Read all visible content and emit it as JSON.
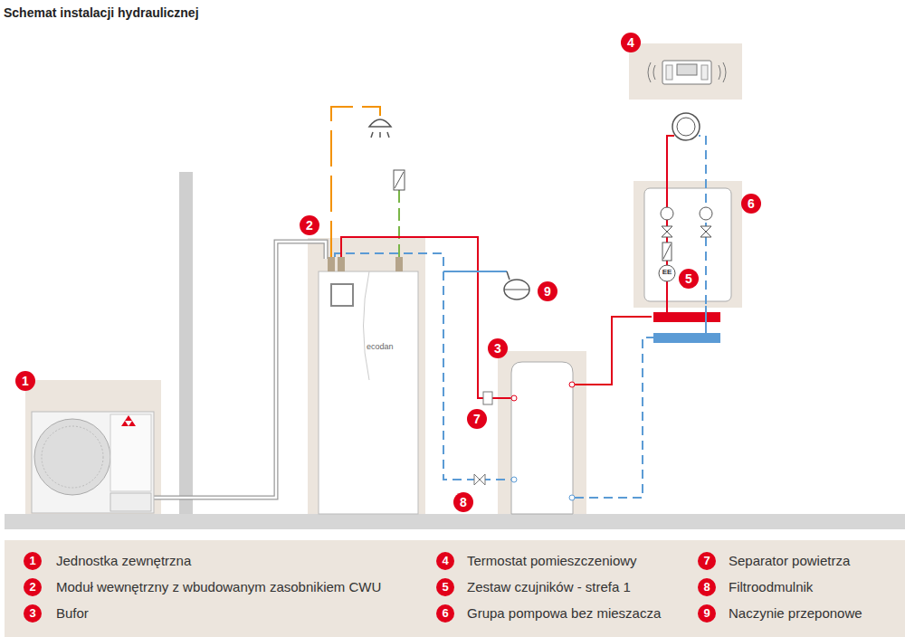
{
  "diagram": {
    "title": "Schemat instalacji hydraulicznej",
    "nodes": [
      {
        "text": [
          "1"
        ]
      },
      {
        "text": [
          "2"
        ]
      },
      {
        "text": [
          "3"
        ]
      },
      {
        "text": [
          "4"
        ]
      },
      {
        "text": [
          "5"
        ]
      },
      {
        "text": [
          "6"
        ]
      },
      {
        "text": [
          "7"
        ]
      },
      {
        "text": [
          "8"
        ]
      },
      {
        "text": [
          "9"
        ]
      }
    ],
    "labels": [
      "1",
      "2",
      "3",
      "4",
      "5",
      "6",
      "7",
      "8",
      "9",
      "ecodan",
      "EE"
    ],
    "legend": [
      {
        "text": "Jednostka zewnętrzna"
      },
      {
        "text": "Moduł wewnętrzny z wbudowanym zasobnikiem CWU"
      },
      {
        "text": "Bufor"
      },
      {
        "text": "Termostat pomieszczeniowy"
      },
      {
        "text": "Zestaw czujników - strefa 1"
      },
      {
        "text": "Grupa pompowa bez mieszacza"
      },
      {
        "text": "Separator powietrza"
      },
      {
        "text": "Filtroodmulnik"
      },
      {
        "text": "Naczynie przeponowe"
      }
    ]
  }
}
